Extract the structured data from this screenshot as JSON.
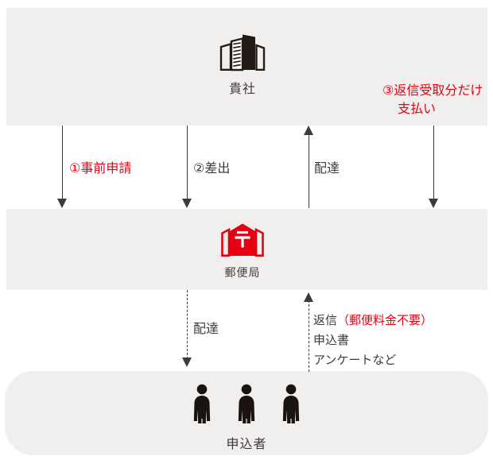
{
  "colors": {
    "band_background": "#f0efed",
    "accent_red": "#e60012",
    "text_ink": "#3e3a39",
    "icon_black": "#251b16"
  },
  "top_band": {
    "entity_label": "貴社",
    "payment_note_line1": "③返信受取分だけ",
    "payment_note_line2": "支払い"
  },
  "upper_flows": {
    "prior_application_label": "①事前申請",
    "sending_label": "②差出",
    "delivery_label": "配達"
  },
  "middle_band": {
    "entity_label": "郵便局"
  },
  "lower_flows": {
    "delivery_label": "配達",
    "reply_label": "返信",
    "reply_note_red": "（郵便料金不要）",
    "reply_item2": "申込書",
    "reply_item3": "アンケートなど"
  },
  "bottom_band": {
    "entity_label": "申込者"
  }
}
